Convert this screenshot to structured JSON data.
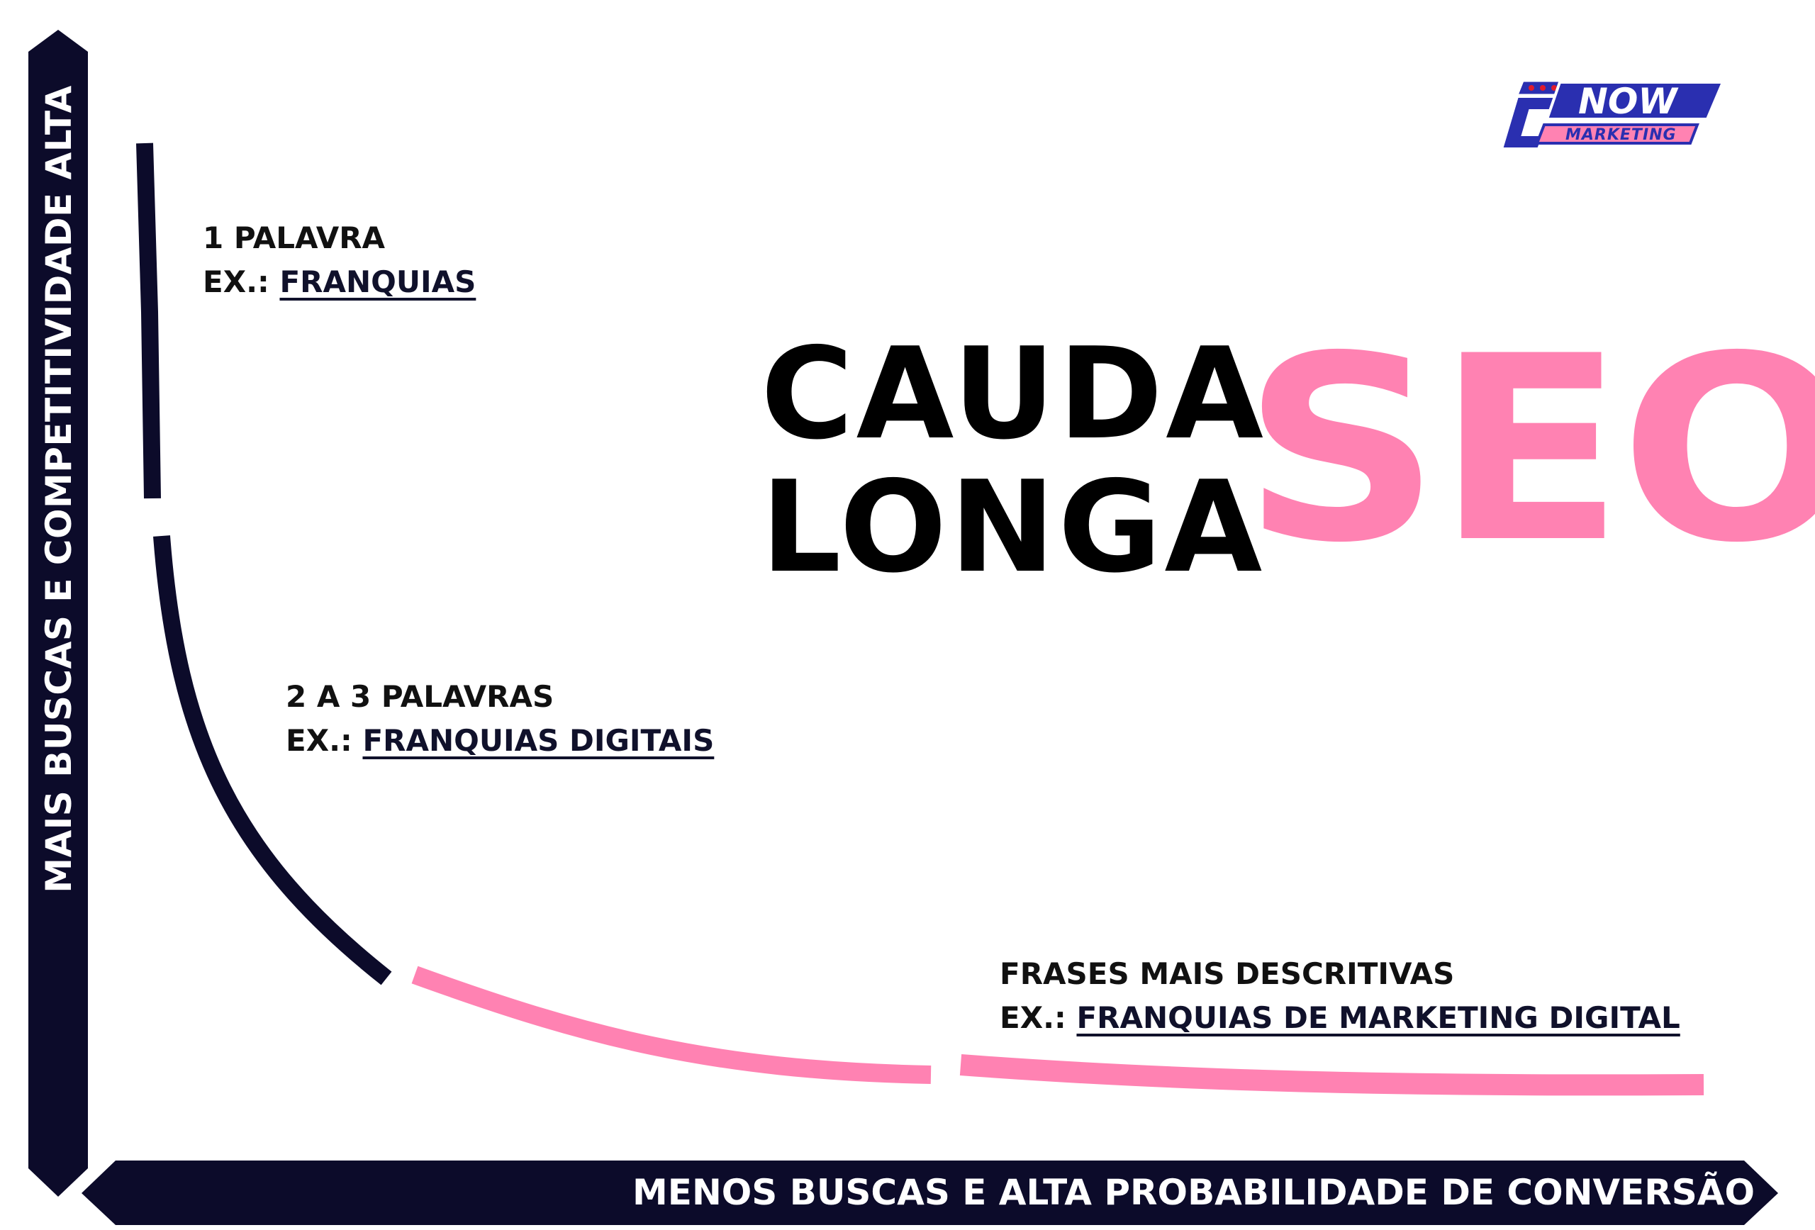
{
  "axes": {
    "vertical_label": "MAIS BUSCAS E COMPETITIVIDADE ALTA",
    "horizontal_label": "MENOS BUSCAS E ALTA PROBABILIDADE DE CONVERSÃO"
  },
  "title": {
    "line1": "CAUDA",
    "line2": "LONGA",
    "accent": "SEO"
  },
  "stages": [
    {
      "heading": "1 PALAVRA",
      "ex_prefix": "EX.: ",
      "example": "FRANQUIAS"
    },
    {
      "heading": "2 A 3 PALAVRAS",
      "ex_prefix": "EX.: ",
      "example": "FRANQUIAS DIGITAIS"
    },
    {
      "heading": "FRASES MAIS DESCRITIVAS",
      "ex_prefix": "EX.: ",
      "example": "FRANQUIAS DE MARKETING DIGITAL"
    }
  ],
  "logo": {
    "main": "NOW",
    "sub": "MARKETING"
  },
  "colors": {
    "navy": "#0c0b2a",
    "pink": "#ff82b2",
    "text": "#111111",
    "logo_blue": "#2a2fb0",
    "logo_red": "#e01b2c"
  }
}
